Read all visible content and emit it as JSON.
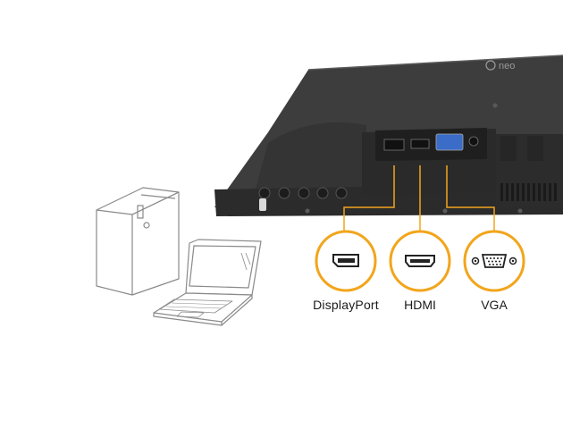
{
  "monitor": {
    "brand_text": "neo"
  },
  "ports": [
    {
      "id": "displayport",
      "label": "DisplayPort"
    },
    {
      "id": "hdmi",
      "label": "HDMI"
    },
    {
      "id": "vga",
      "label": "VGA"
    }
  ],
  "colors": {
    "accent": "#f2a51c",
    "monitor_body": "#3b3b3b",
    "monitor_dark": "#262626",
    "line_art": "#8a8a8a",
    "label_text": "#1a1a1a"
  },
  "icons": {
    "desktop": "desktop-tower-icon",
    "laptop": "laptop-icon",
    "displayport": "displayport-connector-icon",
    "hdmi": "hdmi-connector-icon",
    "vga": "vga-connector-icon"
  }
}
